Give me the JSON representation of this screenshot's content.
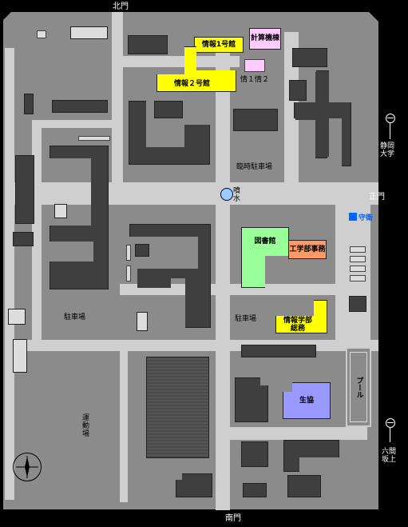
{
  "gates": {
    "north": "北門",
    "south": "南門",
    "main": "正門"
  },
  "outside": {
    "shizuoka_univ": "静岡\n大学",
    "rokken_zaka": "六間\n坂上"
  },
  "buildings": {
    "johoku1": "情報1号館",
    "johoku2": "情報２号館",
    "keisan": "計算機棟",
    "jo12": "情１情２",
    "toshokan": "図書館",
    "kogakubu": "工学部事務",
    "johoko": "情報学部\n総務",
    "seikyo": "生協",
    "pool": "プール",
    "guard": "守衛",
    "fountain": "噴\n水"
  },
  "areas": {
    "parking_temp": "臨時駐車場",
    "parking_w": "駐車場",
    "parking_c": "駐車場",
    "ground": "運\n動\n場"
  },
  "colors": {
    "background": "#000000",
    "ground": "#8b8b8b",
    "road": "#cfcfcf",
    "building": "#3f3f3f",
    "joho": "#ffff00",
    "keisan": "#ffccff",
    "library": "#99ff99",
    "kogaku": "#ff9966",
    "seikyo": "#9999ff",
    "guard": "#0066ff",
    "fountain": "#99ccff"
  }
}
